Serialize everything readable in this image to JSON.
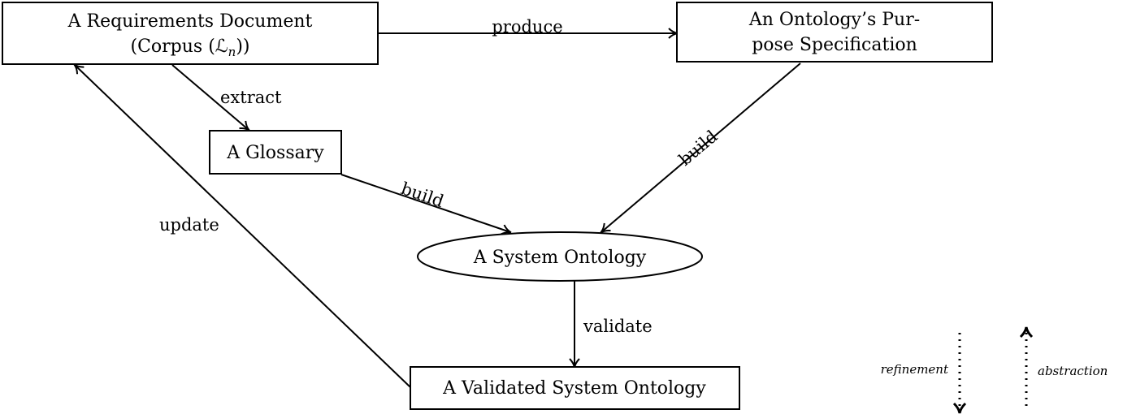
{
  "nodes": {
    "requirements": {
      "line1": "A Requirements Document",
      "line2": "(Corpus (ℒ",
      "line2_sub": "n",
      "line2_end": "))"
    },
    "purpose": {
      "line1": "An Ontology’s Pur-",
      "line2": "pose Specification"
    },
    "glossary": {
      "label": "A Glossary"
    },
    "system": {
      "label": "A System Ontology"
    },
    "validated": {
      "label": "A Validated System Ontology"
    }
  },
  "edges": {
    "produce": "produce",
    "extract": "extract",
    "build_glossary": "build",
    "build_purpose": "build",
    "update": "update",
    "validate": "validate"
  },
  "legend": {
    "refinement": "refinement",
    "abstraction": "abstraction"
  }
}
